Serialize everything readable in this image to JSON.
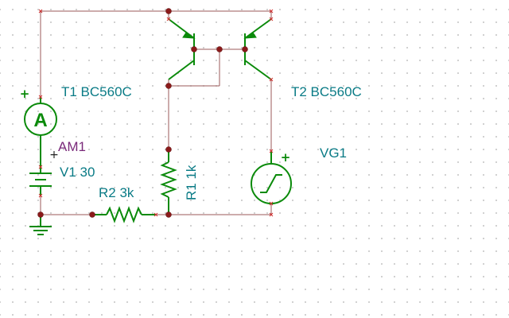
{
  "schematic": {
    "components": {
      "t1": {
        "label": "T1 BC560C"
      },
      "t2": {
        "label": "T2 BC560C"
      },
      "am1": {
        "label": "AM1",
        "symbol": "A"
      },
      "v1": {
        "label": "V1 30"
      },
      "r2": {
        "label": "R2 3k"
      },
      "r1": {
        "label": "R1 1k"
      },
      "vg1": {
        "label": "VG1"
      }
    },
    "polarity": {
      "plus": "+"
    },
    "colors": {
      "wire": "#9b5a5a",
      "component": "#0a8a0a",
      "label": "#0a7b86",
      "meter_label": "#7a2a7a",
      "node": "#8b1a1a",
      "pin_marker": "#d03030"
    }
  }
}
